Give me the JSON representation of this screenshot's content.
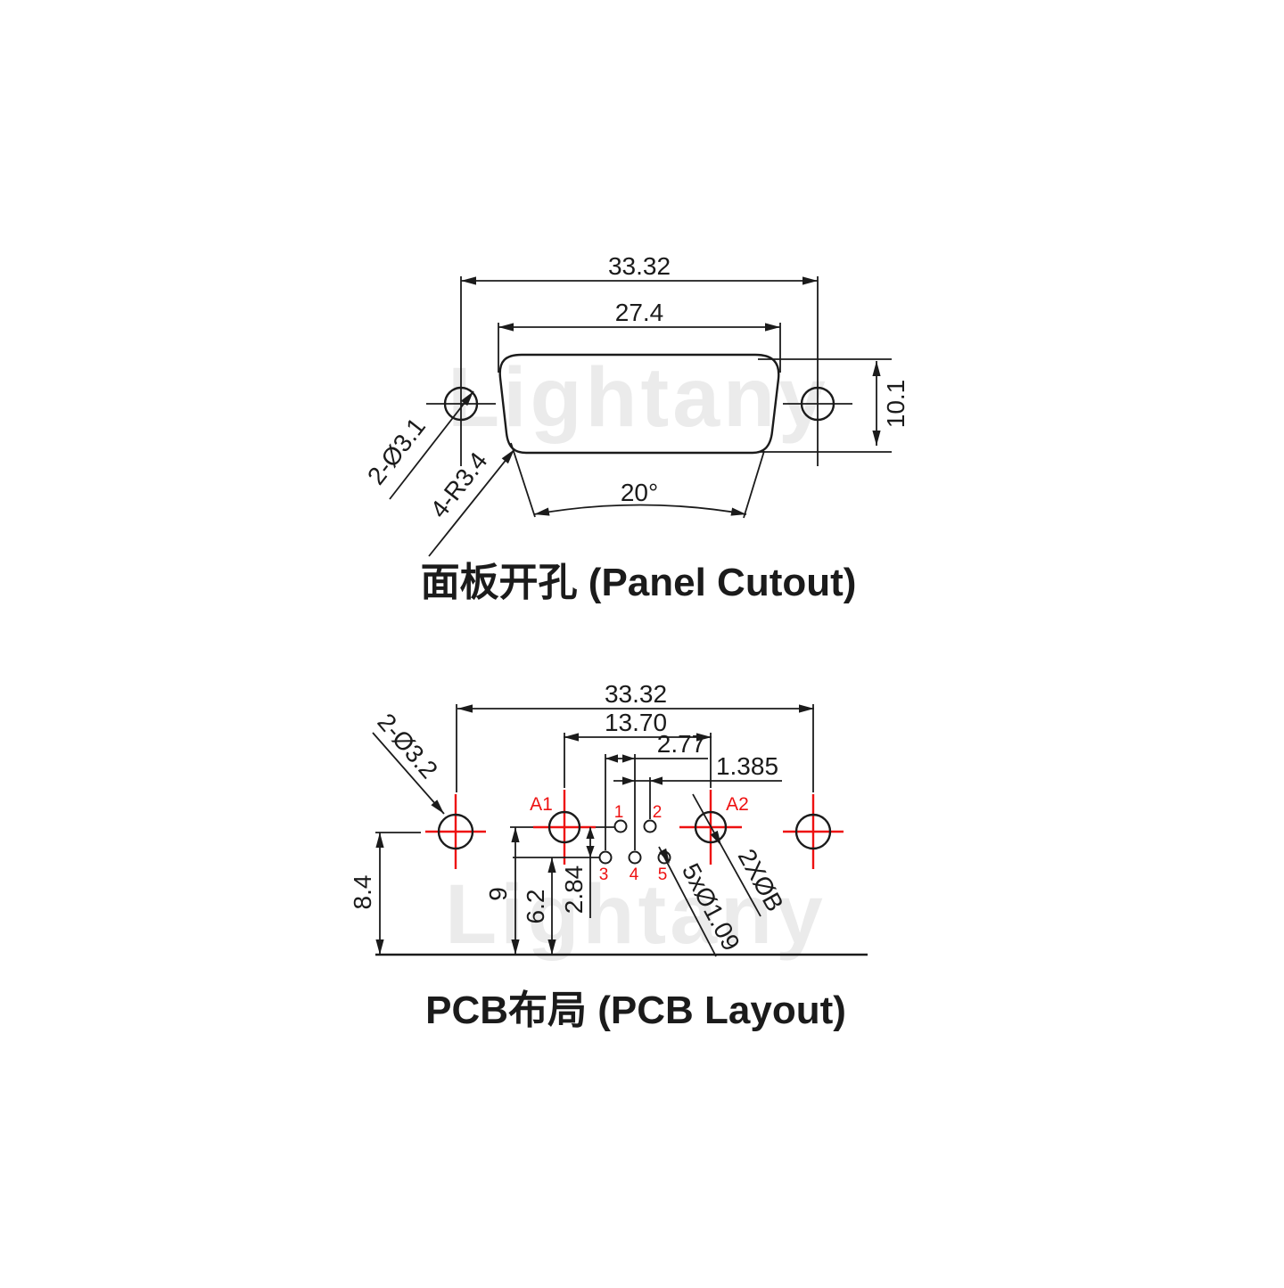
{
  "colors": {
    "ink": "#1b1b1b",
    "red": "#ee1111",
    "watermark": "#ebebeb",
    "background": "#ffffff"
  },
  "watermark": {
    "text": "Lightany"
  },
  "panel_cutout": {
    "caption": "面板开孔 (Panel Cutout)",
    "dim_mount_span": "33.32",
    "dim_cutout_width": "27.4",
    "dim_cutout_height": "10.1",
    "dim_flange_angle": "20°",
    "label_mount_holes": "2-Ø3.1",
    "label_corner_radius": "4-R3.4"
  },
  "pcb_layout": {
    "caption": "PCB布局 (PCB Layout)",
    "dim_mount_span": "33.32",
    "dim_coax_span": "13.70",
    "dim_pin_pitch": "2.77",
    "dim_row_offset": "1.385",
    "dim_mount_to_edge": "8.4",
    "dim_coax_to_edge": "9",
    "dim_row2_to_edge": "6.2",
    "dim_row_gap": "2.84",
    "label_mount_holes": "2-Ø3.2",
    "label_signal_pins": "5xØ1.09",
    "label_coax_pins": "2XØB",
    "label_coax_a1": "A1",
    "label_coax_a2": "A2",
    "pin_numbers": [
      "1",
      "2",
      "3",
      "4",
      "5"
    ]
  }
}
